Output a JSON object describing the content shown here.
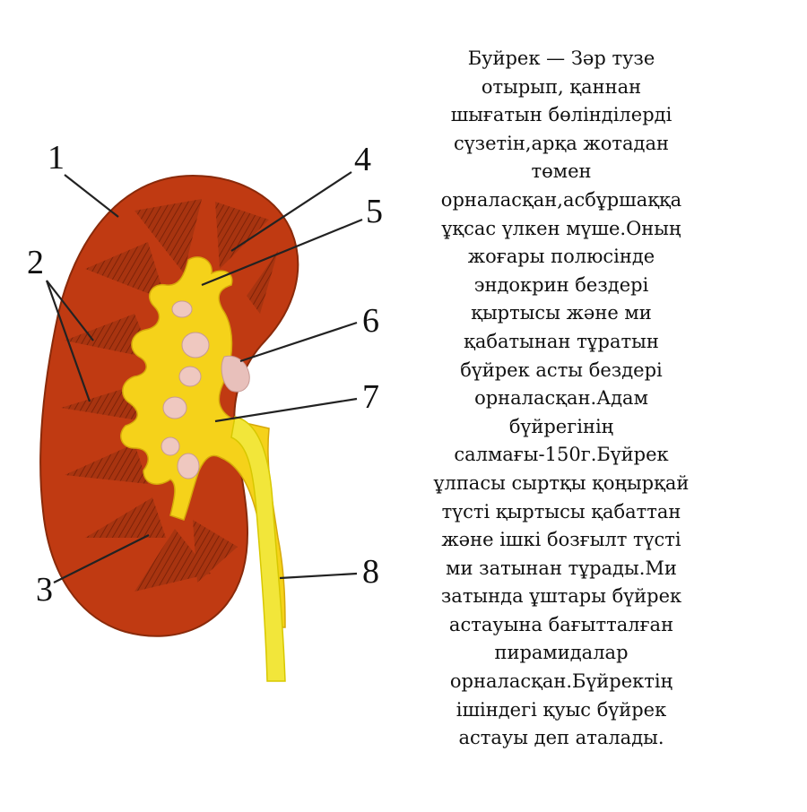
{
  "diagram": {
    "labels": [
      "1",
      "2",
      "3",
      "4",
      "5",
      "6",
      "7",
      "8"
    ],
    "colors": {
      "cortex": "#c03a12",
      "medulla": "#a83410",
      "pelvis": "#f5d21a",
      "ureter": "#f2e63a",
      "adrenal": "#e8c0bb",
      "line": "#222222"
    }
  },
  "description": {
    "lines": [
      "Буйрек — Зәр тузе",
      "отырып, қаннан",
      "шығатын бөлінділерді",
      "сүзетін,арқа жотадан",
      "төмен",
      "орналасқан,асбұршаққа",
      "ұқсас үлкен мүше.Оның",
      "жоғары полюсінде",
      "эндокрин бездері",
      "қыртысы және ми",
      "қабатынан тұратын",
      "бүйрек асты бездері",
      "орналасқан.Адам",
      "бүйрегінің",
      "салмағы-150г.Бүйрек",
      "ұлпасы сыртқы қоңырқай",
      "түсті қыртысы қабаттан",
      "және ішкі бозғылт түсті",
      "ми затынан тұрады.Ми",
      "затында ұштары бүйрек",
      "астауына бағытталған",
      "пирамидалар",
      "орналасқан.Бүйректің",
      "ішіндегі қуыс бүйрек",
      "астауы деп аталады."
    ]
  }
}
